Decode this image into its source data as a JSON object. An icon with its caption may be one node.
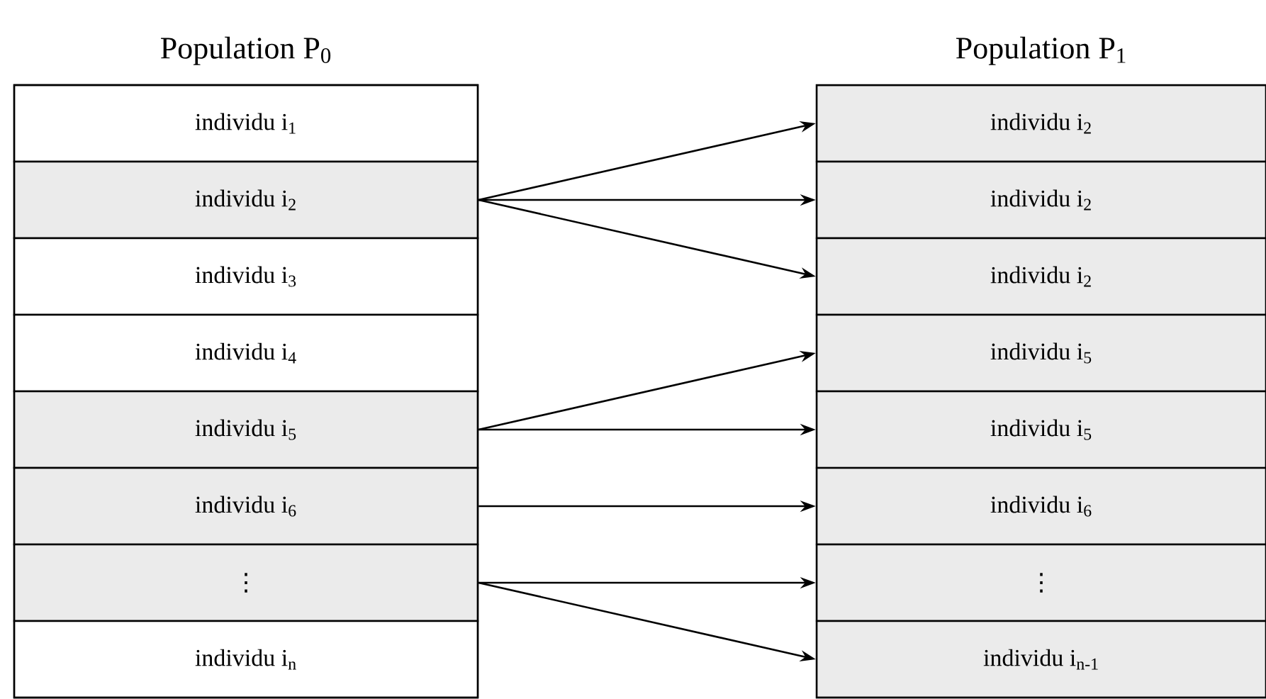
{
  "diagram": {
    "nodes": [
      {
        "text": [
          "Population P$_{0}$"
        ]
      },
      {
        "text": [
          "individu i$_{1}$"
        ],
        "in": 0
      },
      {
        "text": [
          "individu i$_{2}$"
        ],
        "in": 0
      },
      {
        "text": [
          "individu i$_{3}$"
        ],
        "in": 0
      },
      {
        "text": [
          "individu i$_{4}$"
        ],
        "in": 0
      },
      {
        "text": [
          "individu i$_{5}$"
        ],
        "in": 0
      },
      {
        "text": [
          "individu i$_{6}$"
        ],
        "in": 0
      },
      {
        "text": [
          "⋮"
        ],
        "in": 0
      },
      {
        "text": [
          "individu i$_{n}$"
        ],
        "in": 0
      },
      {
        "text": [
          "Population P$_{1}$"
        ]
      },
      {
        "text": [
          "individu i$_{2}$"
        ],
        "in": 9
      },
      {
        "text": [
          "individu i$_{2}$"
        ],
        "in": 9
      },
      {
        "text": [
          "individu i$_{2}$"
        ],
        "in": 9
      },
      {
        "text": [
          "individu i$_{5}$"
        ],
        "in": 9
      },
      {
        "text": [
          "individu i$_{5}$"
        ],
        "in": 9
      },
      {
        "text": [
          "individu i$_{6}$"
        ],
        "in": 9
      },
      {
        "text": [
          "⋮"
        ],
        "in": 9
      },
      {
        "text": [
          "individu i$_{n-1}$"
        ],
        "in": 9
      }
    ],
    "edges": [
      {
        "from": 2,
        "to": 10,
        "arrow": "to"
      },
      {
        "from": 2,
        "to": 11,
        "arrow": "to"
      },
      {
        "from": 2,
        "to": 12,
        "arrow": "to"
      },
      {
        "from": 5,
        "to": 13,
        "arrow": "to"
      },
      {
        "from": 5,
        "to": 14,
        "arrow": "to"
      },
      {
        "from": 6,
        "to": 15,
        "arrow": "to"
      },
      {
        "from": 7,
        "to": 16,
        "arrow": "to"
      },
      {
        "from": 7,
        "to": 17,
        "arrow": "to"
      }
    ]
  }
}
